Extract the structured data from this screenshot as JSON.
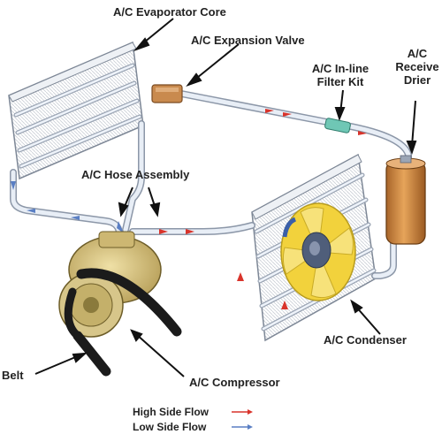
{
  "labels": {
    "evaporator_core": "A/C Evaporator Core",
    "expansion_valve": "A/C Expansion Valve",
    "inline_filter": [
      "A/C In-line",
      "Filter Kit"
    ],
    "receiver_drier": [
      "A/C",
      "Receive",
      "Drier"
    ],
    "hose_assembly": "A/C Hose Assembly",
    "condenser": "A/C Condenser",
    "compressor": "A/C Compressor",
    "belt": "Belt"
  },
  "legend": {
    "high_side": "High Side Flow",
    "low_side": "Low Side Flow"
  },
  "colors": {
    "high_side": "#d9342b",
    "low_side": "#5a7fc4",
    "pipe": "#e8eef6",
    "pipe_outline": "#8c97a8",
    "fan": "#f2d23c",
    "compressor": "#d8c27a",
    "drier": "#d48a3a",
    "valve": "#c98a4e",
    "filter": "#6fc7b5"
  }
}
